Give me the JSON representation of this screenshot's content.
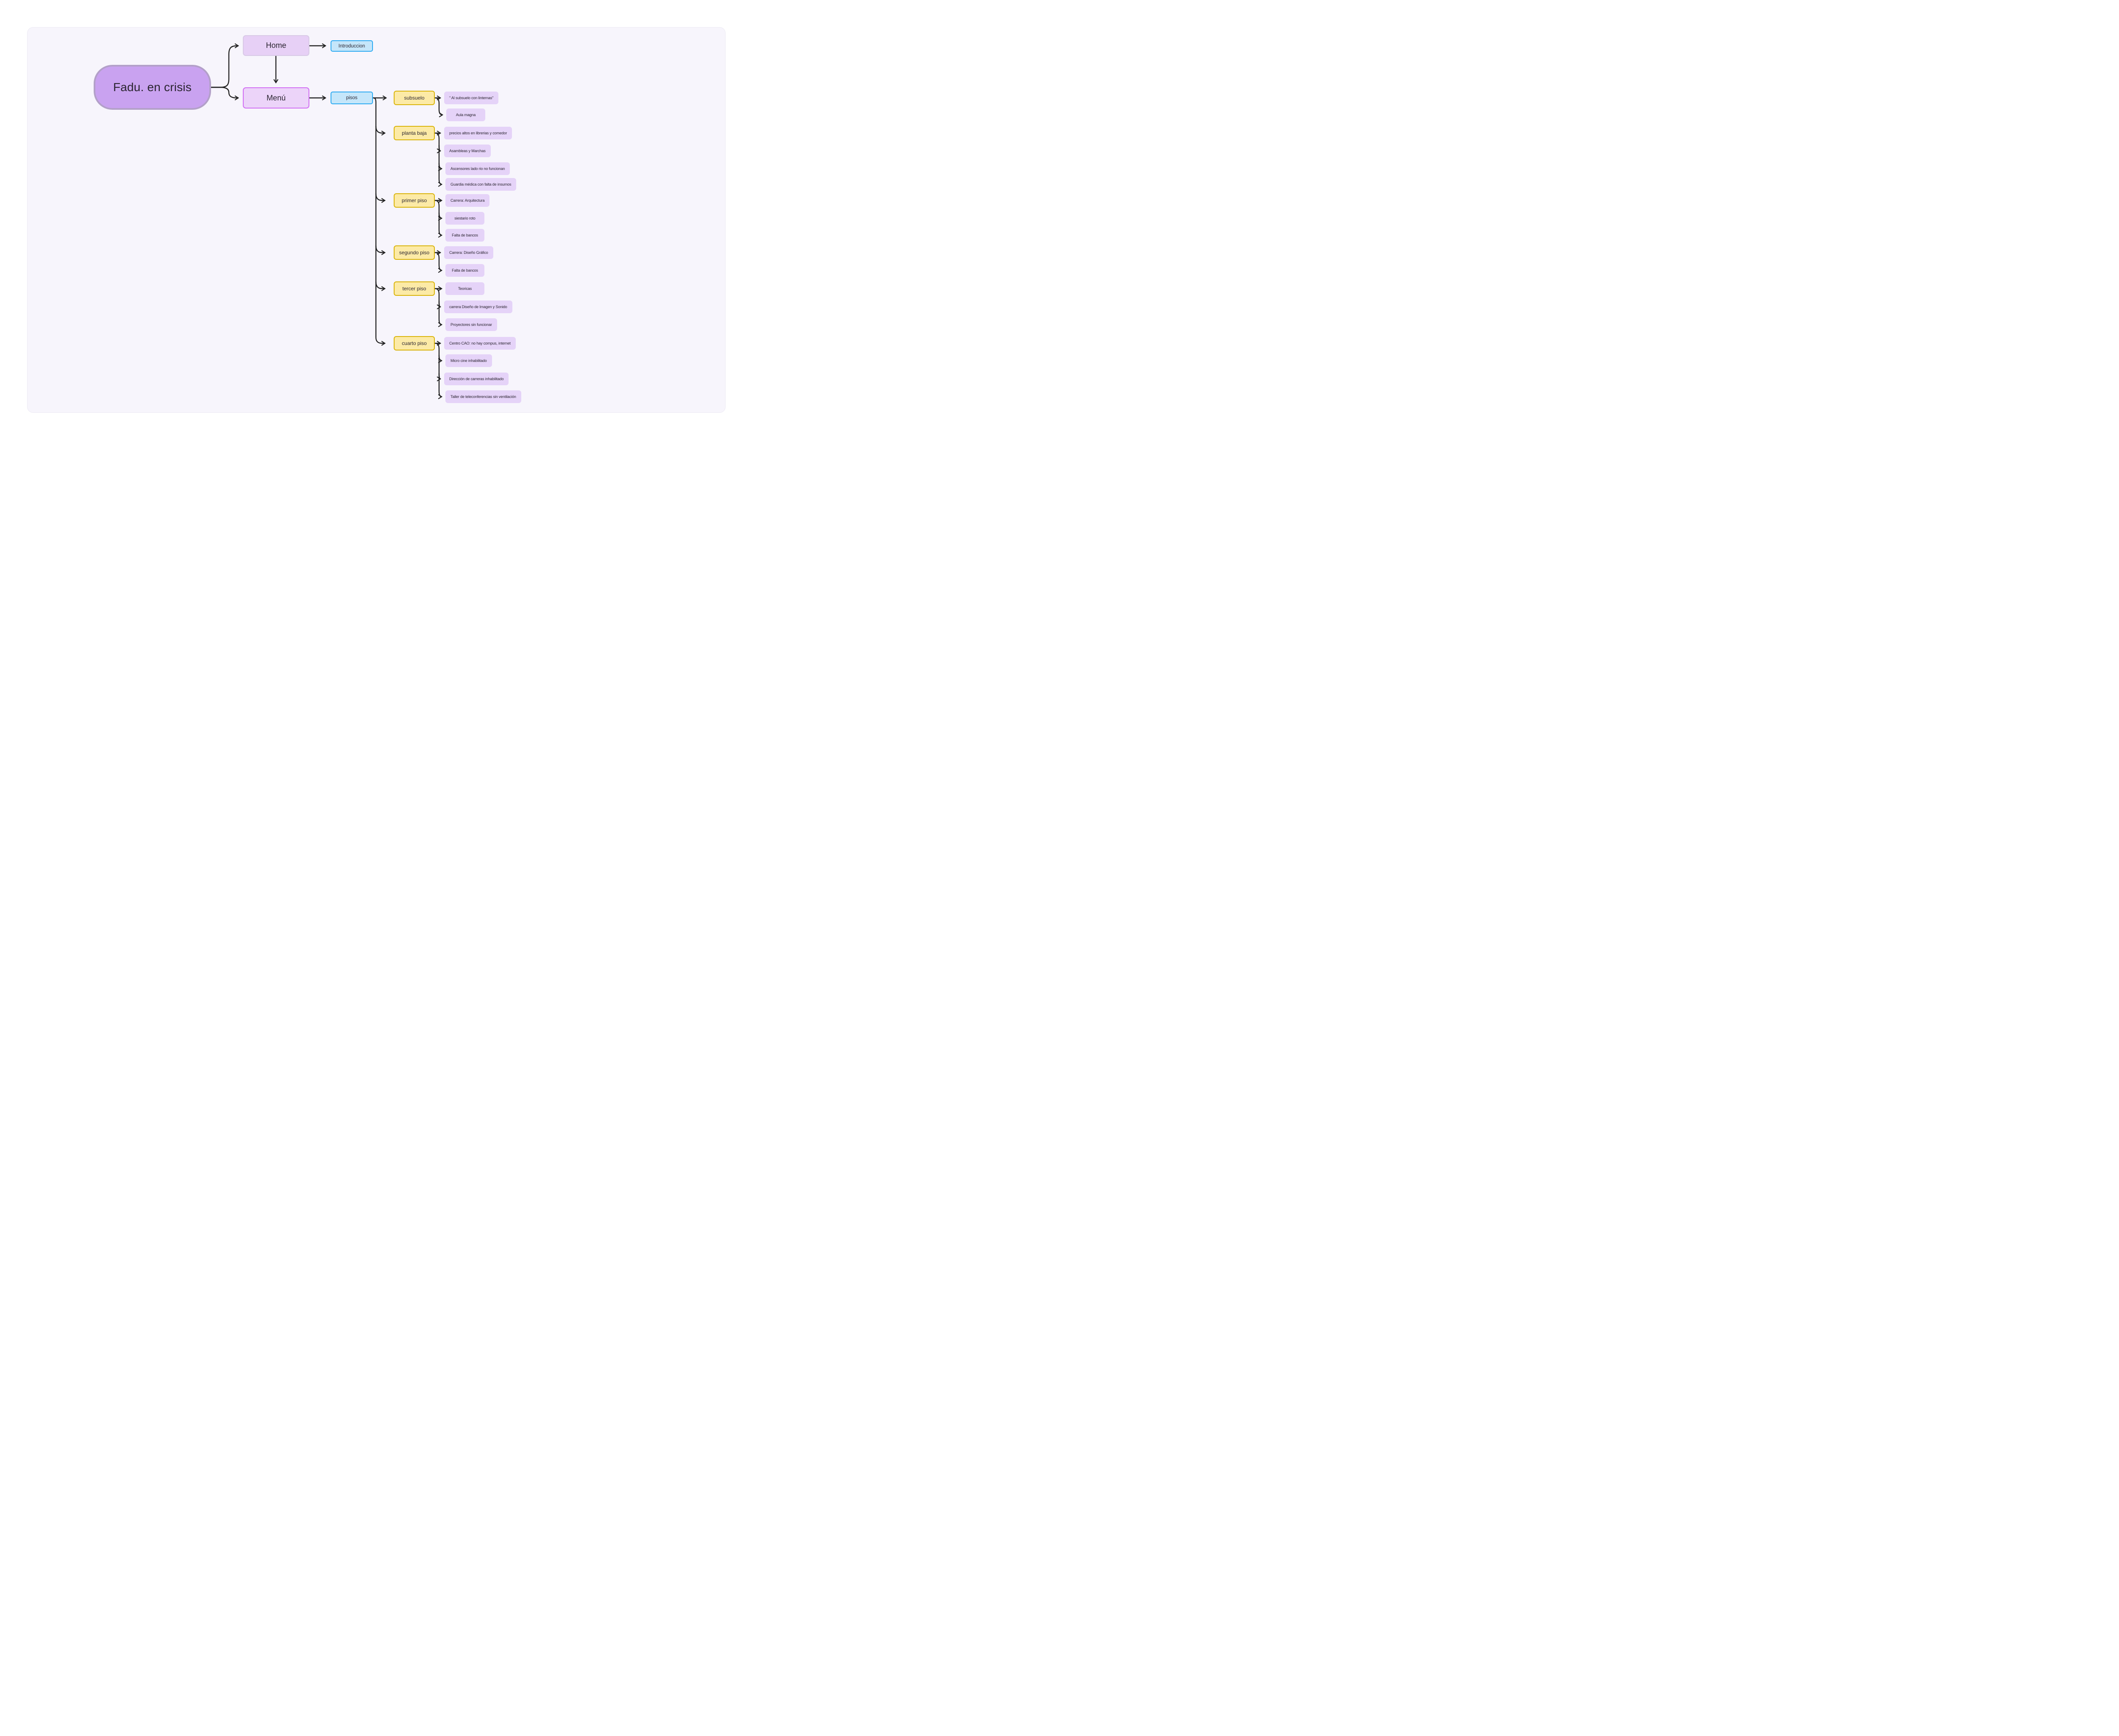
{
  "mindmap": {
    "root": {
      "label": "Fadu. en crisis"
    },
    "home": {
      "label": "Home",
      "child": "Introduccion"
    },
    "menu": {
      "label": "Menú",
      "child": "pisos"
    },
    "floors": [
      {
        "label": "subsuelo",
        "children": [
          "\" Al subsuelo con linternas\"",
          "Aula magna"
        ]
      },
      {
        "label": "planta baja",
        "children": [
          "precios altos en librerias y comedor",
          "Asambleas y Marchas",
          "Ascensores lado rio no funcionan",
          "Guardia médica con falta de insumos"
        ]
      },
      {
        "label": "primer piso",
        "children": [
          "Carrera: Arquitectura",
          "siestario roto",
          "Falta de bancos"
        ]
      },
      {
        "label": "segundo piso",
        "children": [
          "Carrera: Diseño Gráfico",
          "Falta de bancos"
        ]
      },
      {
        "label": "tercer piso",
        "children": [
          "Teoricas",
          "carrera  Diseño de Imagen y Sonido",
          "Proyectores sin funcionar"
        ]
      },
      {
        "label": "cuarto piso",
        "children": [
          "Centro CAO: no hay compus, internet",
          "Micro cine inhabilitado",
          "Dirección de carreras inhabilitado",
          "Taller de teleconferencias sin ventilación"
        ]
      }
    ]
  },
  "colors": {
    "canvas-bg": "#f7f5fc",
    "canvas-border": "#eceaf4",
    "root-fill": "#c9a2f0",
    "root-border": "#b3a0c9",
    "home-fill": "#e7d0f6",
    "home-border": "#d8c9e6",
    "menu-fill": "#ecd4f9",
    "menu-border": "#d16ef3",
    "blue-fill": "#c5e6fa",
    "blue-border": "#2caaf2",
    "yellow-fill": "#fceaa6",
    "yellow-border": "#d9b308",
    "leaf-fill": "#e5d3f8",
    "line": "#212121"
  }
}
